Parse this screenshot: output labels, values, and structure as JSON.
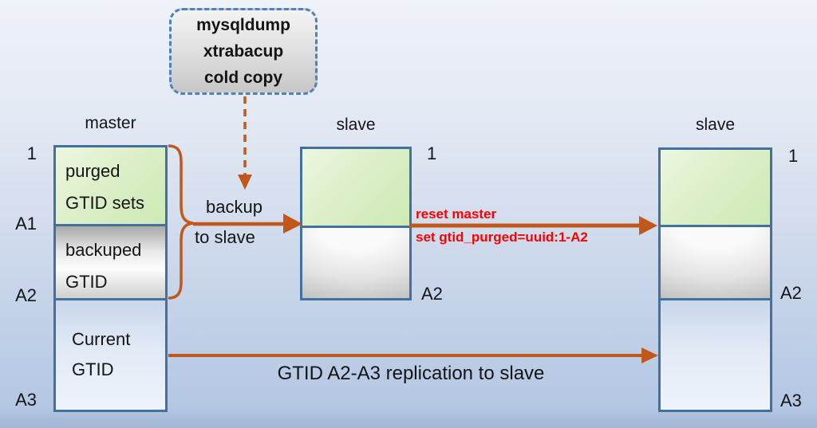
{
  "colors": {
    "arrow": "#c2571b",
    "box_border": "#41719c",
    "dashed_border": "#4f81bd",
    "red": "#ff0000"
  },
  "source_box": {
    "line1": "mysqldump",
    "line2": "xtrabacup",
    "line3": "cold copy"
  },
  "master": {
    "title": "master",
    "markers": {
      "top": "1",
      "a1": "A1",
      "a2": "A2",
      "a3": "A3"
    },
    "purged": {
      "line1": "purged",
      "line2": "GTID sets"
    },
    "backuped": {
      "line1": "backuped",
      "line2": "GTID"
    },
    "current": {
      "line1": "Current",
      "line2": "GTID"
    }
  },
  "slave_mid": {
    "title": "slave",
    "markers": {
      "top": "1",
      "bottom": "A2"
    }
  },
  "slave_right": {
    "title": "slave",
    "markers": {
      "top": "1",
      "a2": "A2",
      "a3": "A3"
    }
  },
  "arrows": {
    "backup": {
      "line1": "backup",
      "line2": "to slave"
    },
    "reset": {
      "line1": "reset master",
      "line2": "set gtid_purged=uuid:1-A2"
    },
    "replication": {
      "label": "GTID A2-A3 replication to slave"
    }
  }
}
